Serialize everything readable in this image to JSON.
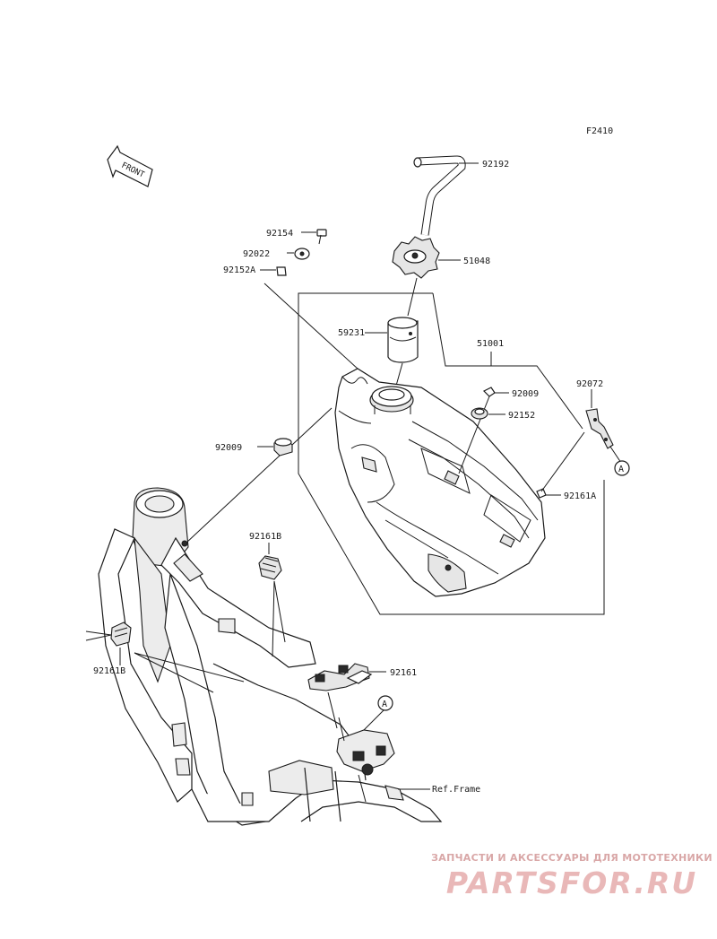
{
  "diagram": {
    "code": "F2410",
    "front_label": "FRONT",
    "ref_frame": "Ref.Frame",
    "callouts": [
      {
        "id": "c-92192",
        "label": "92192"
      },
      {
        "id": "c-92154",
        "label": "92154"
      },
      {
        "id": "c-92022",
        "label": "92022"
      },
      {
        "id": "c-92152A",
        "label": "92152A"
      },
      {
        "id": "c-51048",
        "label": "51048"
      },
      {
        "id": "c-59231",
        "label": "59231"
      },
      {
        "id": "c-51001",
        "label": "51001"
      },
      {
        "id": "c-92072",
        "label": "92072"
      },
      {
        "id": "c-92009a",
        "label": "92009"
      },
      {
        "id": "c-92152",
        "label": "92152"
      },
      {
        "id": "c-92161A",
        "label": "92161A"
      },
      {
        "id": "c-92009b",
        "label": "92009"
      },
      {
        "id": "c-92161B-top",
        "label": "92161B"
      },
      {
        "id": "c-92161B-left",
        "label": "92161B"
      },
      {
        "id": "c-92161",
        "label": "92161"
      }
    ],
    "markers": [
      {
        "id": "marker-a-1",
        "label": "A"
      },
      {
        "id": "marker-a-2",
        "label": "A"
      }
    ]
  },
  "watermark": {
    "top": "ЗАПЧАСТИ И АКСЕССУАРЫ ДЛЯ МОТОТЕХНИКИ",
    "logo": "PARTSFOR.RU",
    "color": "#e9b8b8"
  }
}
